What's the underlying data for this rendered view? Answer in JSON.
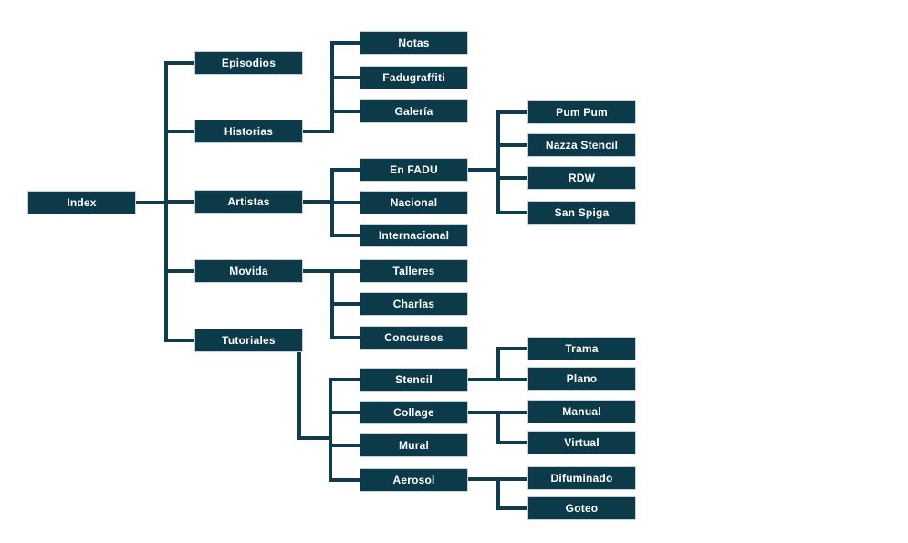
{
  "colors": {
    "node_fill": "#0d3a49",
    "connector": "#103c4e",
    "node_border": "#c3d2da",
    "node_text": "#ffffff",
    "background": "#ffffff"
  },
  "tree": {
    "label": "Index",
    "children": [
      {
        "label": "Episodios",
        "children": []
      },
      {
        "label": "Historias",
        "children": [
          {
            "label": "Notas"
          },
          {
            "label": "Fadugraffiti"
          },
          {
            "label": "Galería"
          }
        ]
      },
      {
        "label": "Artistas",
        "children": [
          {
            "label": "En FADU",
            "children": [
              {
                "label": "Pum Pum"
              },
              {
                "label": "Nazza Stencil"
              },
              {
                "label": "RDW"
              },
              {
                "label": "San Spiga"
              }
            ]
          },
          {
            "label": "Nacional"
          },
          {
            "label": "Internacional"
          }
        ]
      },
      {
        "label": "Movida",
        "children": [
          {
            "label": "Talleres"
          },
          {
            "label": "Charlas"
          },
          {
            "label": "Concursos"
          }
        ]
      },
      {
        "label": "Tutoriales",
        "children": [
          {
            "label": "Stencil",
            "children": [
              {
                "label": "Trama"
              },
              {
                "label": "Plano"
              }
            ]
          },
          {
            "label": "Collage",
            "children": [
              {
                "label": "Manual"
              },
              {
                "label": "Virtual"
              }
            ]
          },
          {
            "label": "Mural"
          },
          {
            "label": "Aerosol",
            "children": [
              {
                "label": "Difuminado"
              },
              {
                "label": "Goteo"
              }
            ]
          }
        ]
      }
    ]
  }
}
